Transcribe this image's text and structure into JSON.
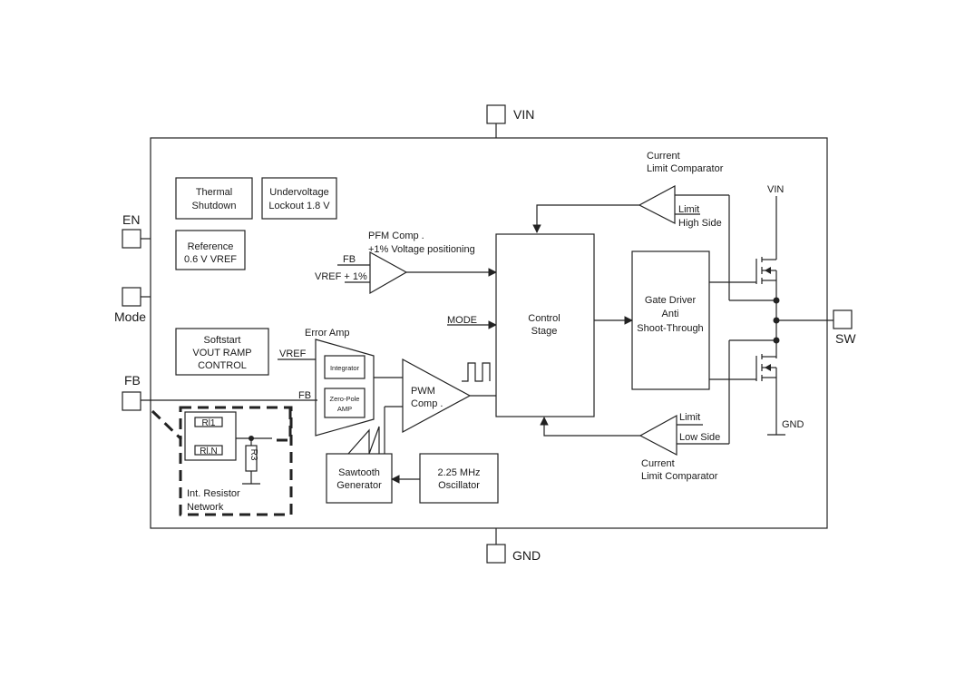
{
  "pins": {
    "vin": "VIN",
    "gnd": "GND",
    "en": "EN",
    "mode": "Mode",
    "fb": "FB",
    "sw": "SW"
  },
  "blocks": {
    "thermal": [
      "Thermal",
      "Shutdown"
    ],
    "undervoltage": [
      "Undervoltage",
      "Lockout 1.8 V"
    ],
    "reference": [
      "Reference",
      "0.6 V VREF"
    ],
    "softstart": [
      "Softstart",
      "VOUT RAMP",
      "CONTROL"
    ],
    "control": [
      "Control",
      "Stage"
    ],
    "gate_driver": [
      "Gate Driver",
      "Anti",
      "Shoot-Through"
    ],
    "sawtooth": [
      "Sawtooth",
      "Generator"
    ],
    "oscillator": [
      "2.25 MHz",
      "Oscillator"
    ],
    "integrator": "Integrator",
    "zero_pole": [
      "Zero-Pole",
      "AMP"
    ],
    "pwm": [
      "PWM",
      "Comp ."
    ],
    "resistor_network": [
      "Int. Resistor",
      "Network"
    ]
  },
  "labels": {
    "pfm_comp": [
      "PFM Comp .",
      "+1% Voltage positioning"
    ],
    "fb_in": "FB",
    "vref_plus": "VREF + 1%",
    "error_amp": "Error Amp",
    "vref": "VREF",
    "fb_line": "FB",
    "mode_in": "MODE",
    "current_limit_top": [
      "Current",
      "Limit Comparator"
    ],
    "limit_top": "Limit",
    "high_side": "High Side",
    "current_limit_bottom": [
      "Current",
      "Limit Comparator"
    ],
    "limit_bottom": "Limit",
    "low_side": "Low Side",
    "vin_internal": "VIN",
    "gnd_internal": "GND",
    "rl1": "Rl1",
    "rln": "Rl.N",
    "r3": "R3"
  }
}
